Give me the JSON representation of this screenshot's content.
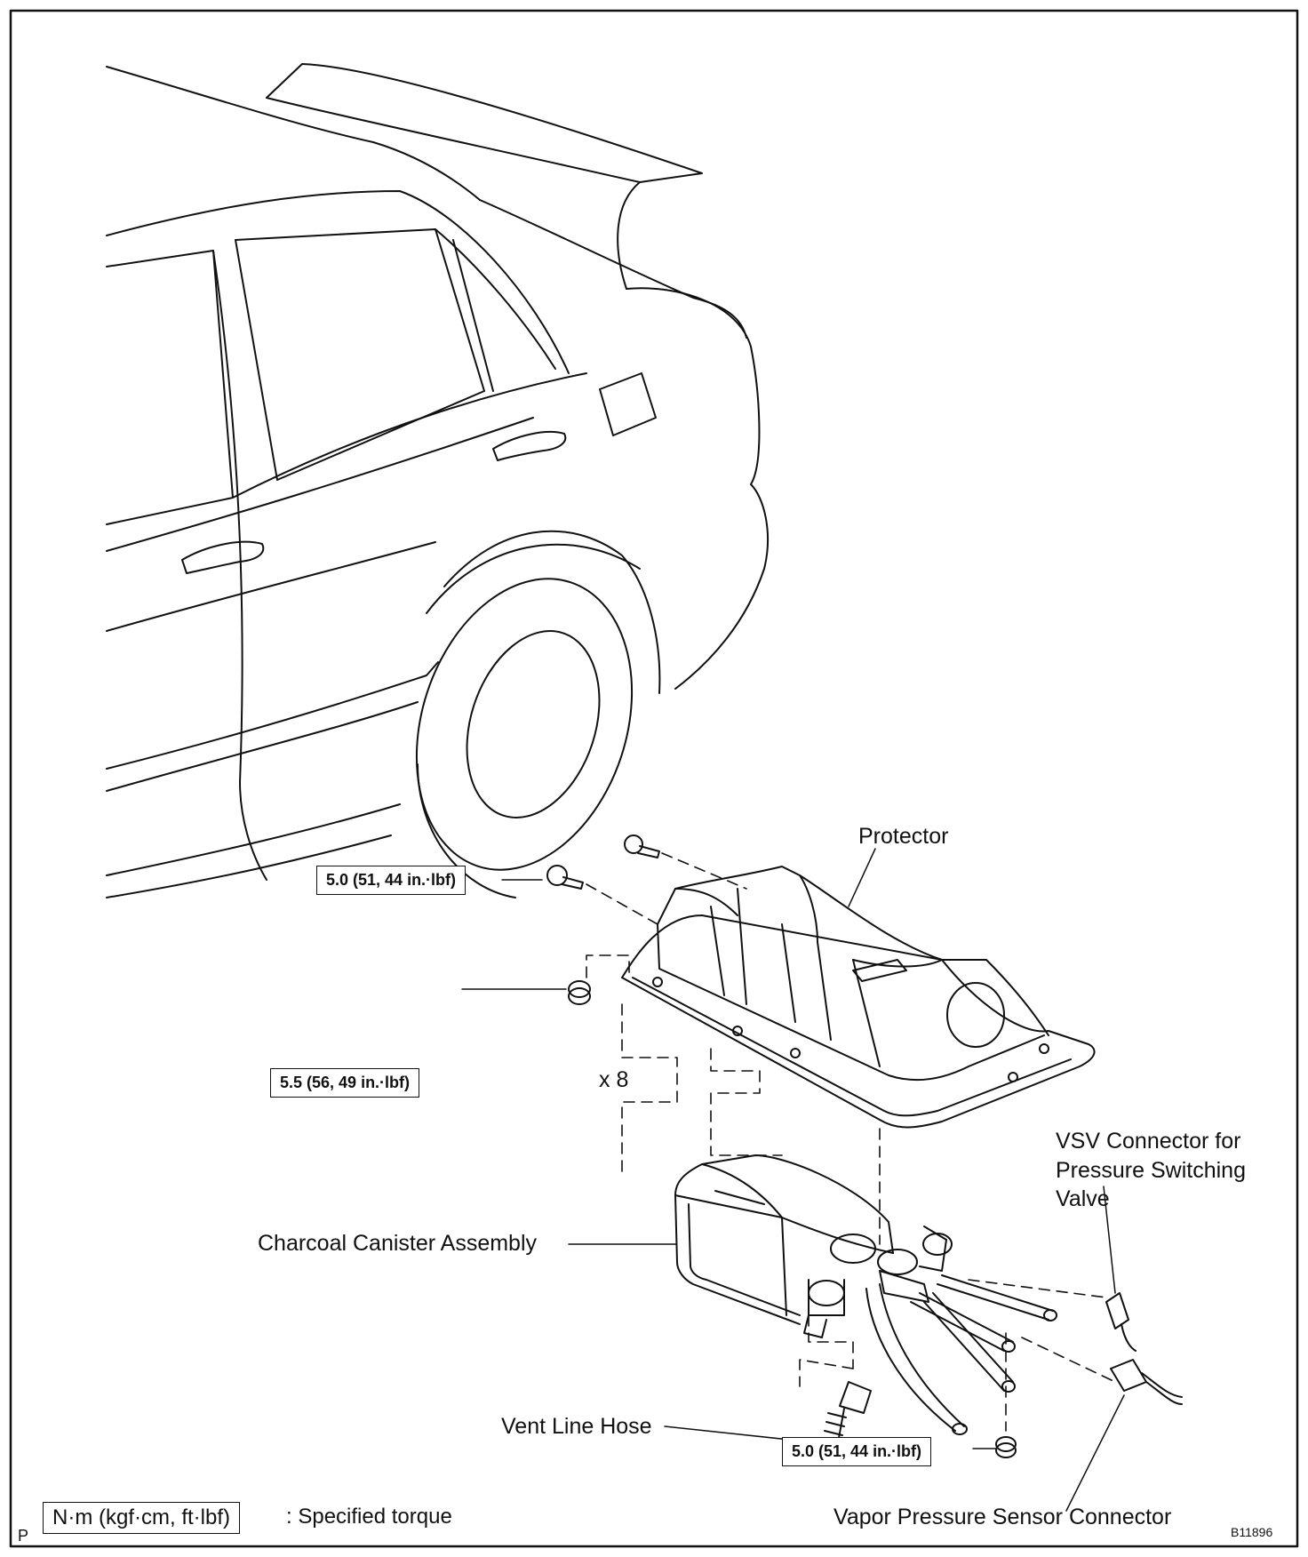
{
  "labels": {
    "protector": "Protector",
    "vsv_connector": "VSV Connector for\nPressure Switching\nValve",
    "charcoal_canister": "Charcoal Canister Assembly",
    "vent_line_hose": "Vent Line Hose",
    "vapor_sensor_connector": "Vapor Pressure Sensor Connector"
  },
  "torque": {
    "top_bolt": "5.0 (51, 44 in.·lbf)",
    "nuts": "5.5 (56, 49 in.·lbf)",
    "bottom_nut": "5.0 (51, 44 in.·lbf)"
  },
  "nut_count": "x 8",
  "legend": {
    "prefix": "P",
    "unit_box": "N·m (kgf·cm, ft·lbf)",
    "text": ": Specified torque"
  },
  "figure_code": "B11896"
}
